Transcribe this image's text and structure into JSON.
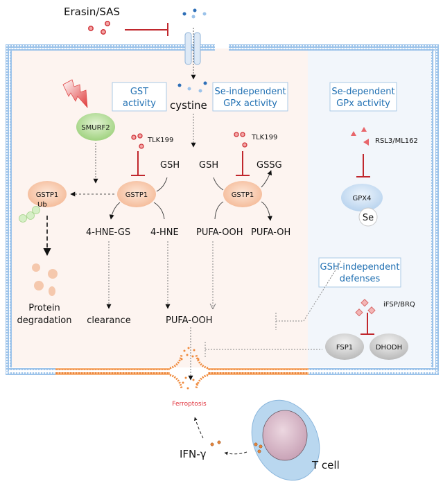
{
  "figure": {
    "inhibitors": {
      "erastin": "Erasin/SAS",
      "tlk_left": "TLK199",
      "tlk_right": "TLK199",
      "rsl3": "RSL3/ML162",
      "ifsp": "iFSP/BRQ"
    },
    "boxes": {
      "gst_line1": "GST",
      "gst_line2": "activity",
      "se_indep_line1": "Se-independent",
      "se_indep_line2": "GPx  activity",
      "se_dep_line1": "Se-dependent",
      "se_dep_line2": "GPx  activity",
      "gsh_indep_line1": "GSH-independent",
      "gsh_indep_line2": "defenses"
    },
    "proteins": {
      "smurf2": "SMURF2",
      "gstp1_ub": "GSTP1",
      "ub": "Ub",
      "gstp1_mid": "GSTP1",
      "gstp1_right": "GSTP1",
      "gpx4": "GPX4",
      "se": "Se",
      "fsp1": "FSP1",
      "dhodh": "DHODH"
    },
    "metabolites": {
      "cystine": "cystine",
      "gsh_left": "GSH",
      "gsh_right": "GSH",
      "gssg": "GSSG",
      "hne_gs": "4-HNE-GS",
      "hne": "4-HNE",
      "pufa_ooh_top": "PUFA-OOH",
      "pufa_oh": "PUFA-OH",
      "pufa_ooh_bottom": "PUFA-OOH"
    },
    "outcomes": {
      "protein_line1": "Protein",
      "protein_line2": "degradation",
      "clearance": "clearance",
      "ferroptosis": "Ferroptosis",
      "ifn": "IFN-γ",
      "tcell": "T cell"
    },
    "colors": {
      "inhibit_red": "#c0272d",
      "membrane_blue": "#5b9bd5",
      "box_text_blue": "#1f6fb2",
      "ferroptosis_red": "#e0303a",
      "lipid_orange": "#f08a3c"
    }
  }
}
